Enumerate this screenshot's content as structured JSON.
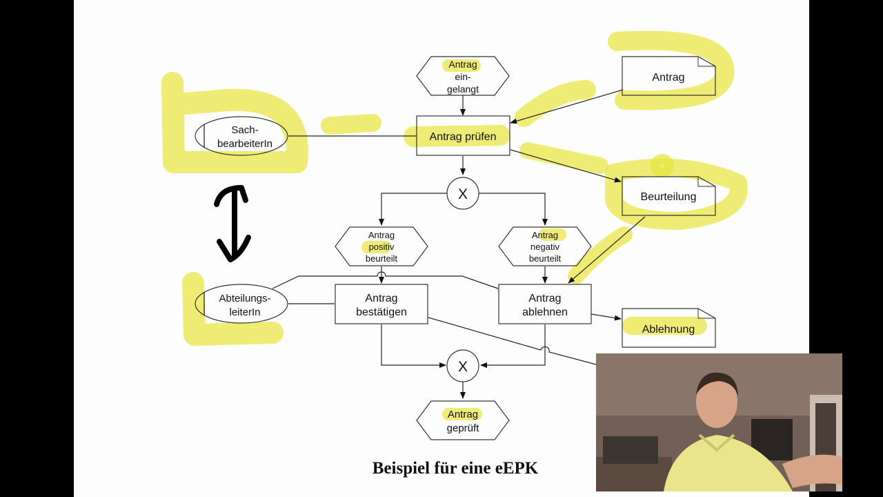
{
  "caption": "Beispiel für eine eEPK",
  "nodes": {
    "start_event": [
      "Antrag",
      "ein-",
      "gelangt"
    ],
    "check_function": "Antrag prüfen",
    "xor_split": "X",
    "positive_event": [
      "Antrag",
      "positiv",
      "beurteilt"
    ],
    "negative_event": [
      "Antrag",
      "negativ",
      "beurteilt"
    ],
    "confirm_function": [
      "Antrag",
      "bestätigen"
    ],
    "reject_function": [
      "Antrag",
      "ablehnen"
    ],
    "xor_join": "X",
    "end_event": [
      "Antrag",
      "geprüft"
    ]
  },
  "org_units": {
    "clerk": [
      "Sach-",
      "bearbeiterIn"
    ],
    "head": [
      "Abteilungs-",
      "leiterIn"
    ]
  },
  "documents": {
    "application": "Antrag",
    "assessment": "Beurteilung",
    "rejection": "Ablehnung"
  },
  "colors": {
    "highlighter": "#e8e440",
    "slide_background": "#fdfdfd",
    "frame": "#000000",
    "stroke": "#333333"
  },
  "webcam": {
    "description_icon": "presenter-video"
  }
}
